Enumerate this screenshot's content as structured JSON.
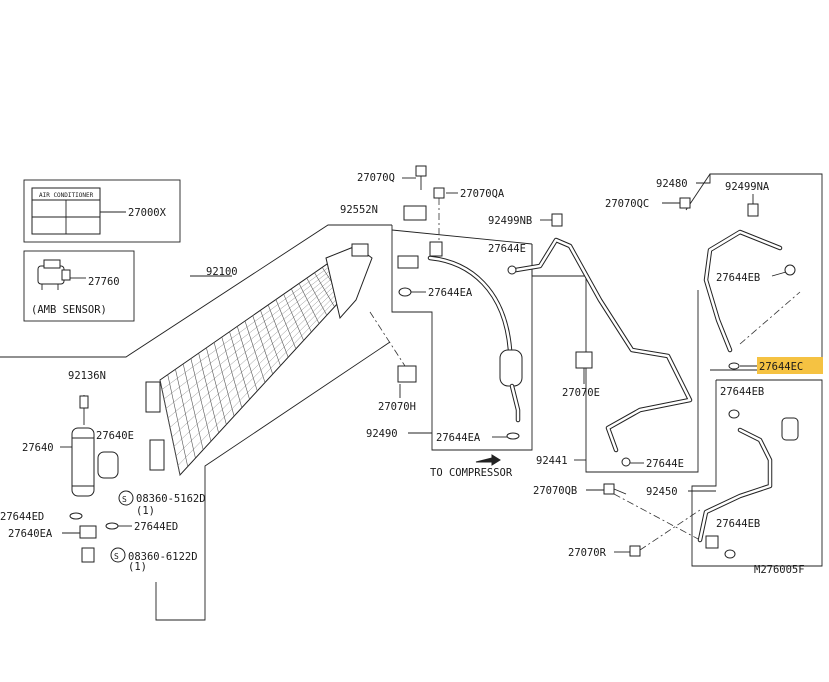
{
  "diagram": {
    "drawing_id": "M276005F",
    "callouts": {
      "c27000X": "27000X",
      "air_conditioner": "AIR CONDITIONER",
      "c27760": "27760",
      "amb_sensor": "(AMB SENSOR)",
      "c92100": "92100",
      "c92136N": "92136N",
      "c27640": "27640",
      "c27640E": "27640E",
      "c08360_5162D": "08360-5162D",
      "qty1_a": "(1)",
      "c27644ED_1": "27644ED",
      "c27644ED_2": "27644ED",
      "c27640EA": "27640EA",
      "c08360_6122D": "08360-6122D",
      "qty1_b": "(1)",
      "s_a": "S",
      "s_b": "S",
      "c27070Q": "27070Q",
      "c27070QA": "27070QA",
      "c92552N": "92552N",
      "c27644EA_1": "27644EA",
      "c27070H": "27070H",
      "c92490": "92490",
      "c27644EA_2": "27644EA",
      "to_compressor": "TO COMPRESSOR",
      "c92499NB": "92499NB",
      "c27644E_1": "27644E",
      "c27070E": "27070E",
      "c92441": "92441",
      "c27644E_2": "27644E",
      "c27070QB": "27070QB",
      "c27070R": "27070R",
      "c92480": "92480",
      "c92499NA": "92499NA",
      "c27070QC": "27070QC",
      "c27644EB_1": "27644EB",
      "c27644EC": "27644EC",
      "c27644EB_2": "27644EB",
      "c92450": "92450",
      "c27644EB_3": "27644EB"
    },
    "highlight_color": "#f5c242"
  }
}
